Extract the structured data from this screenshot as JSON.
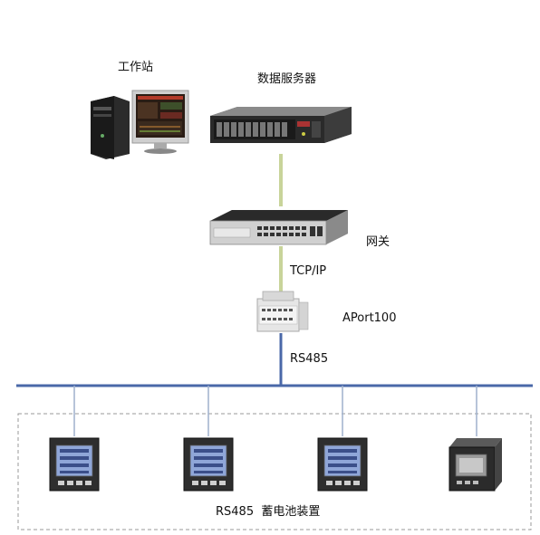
{
  "labels": {
    "workstation": "工作站",
    "data_server": "数据服务器",
    "gateway": "网关",
    "tcpip": "TCP/IP",
    "aport": "APort100",
    "rs485": "RS485",
    "devices": "RS485  蓄电池装置"
  },
  "colors": {
    "bus": "#4a68a8",
    "link": "#c8d49a",
    "dashed_border": "#9a9a9a",
    "device_screen": "#8fa6d8"
  }
}
